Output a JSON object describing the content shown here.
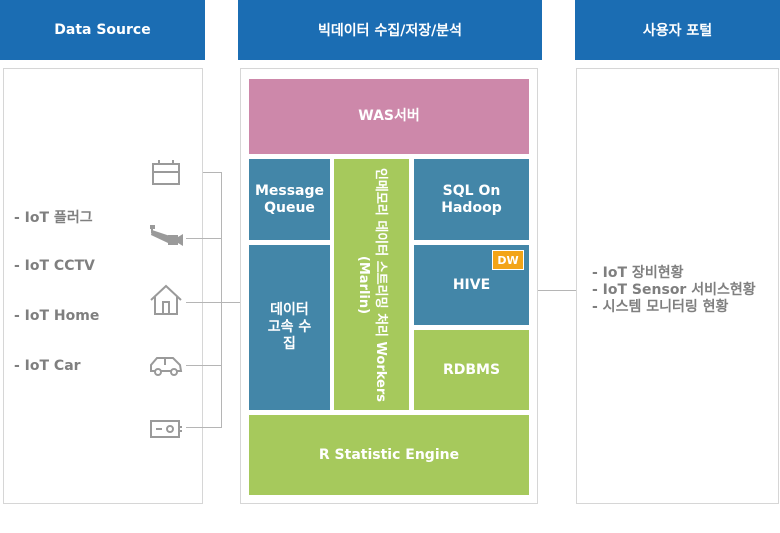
{
  "headers": {
    "data_source": "Data Source",
    "bigdata": "빅데이터 수집/저장/분석",
    "portal": "사용자 포털"
  },
  "data_sources": [
    "- IoT 플러그",
    "- IoT CCTV",
    "- IoT Home",
    "- IoT Car"
  ],
  "icons": [
    "plug-icon",
    "cctv-icon",
    "home-icon",
    "car-icon",
    "device-icon"
  ],
  "boxes": {
    "was": "WAS서버",
    "message_queue": "Message Queue",
    "inmemory": "인메모리 데이터 스트리밍 처리 Workers (Marlin)",
    "sql_on_hadoop": "SQL On Hadoop",
    "hive": "HIVE",
    "dw": "DW",
    "collect": "데이터 고속 수집",
    "rdbms": "RDBMS",
    "r_engine": "R Statistic Engine"
  },
  "portal_items": [
    "- IoT 장비현황",
    "- IoT Sensor 서비스현황",
    "- 시스템 모니터링 현황"
  ],
  "colors": {
    "header": "#1b6db3",
    "blue": "#4386a8",
    "green": "#a6c95c",
    "pink": "#cd88aa",
    "dw": "#f3a417",
    "muted_text": "#7f7f7f"
  }
}
